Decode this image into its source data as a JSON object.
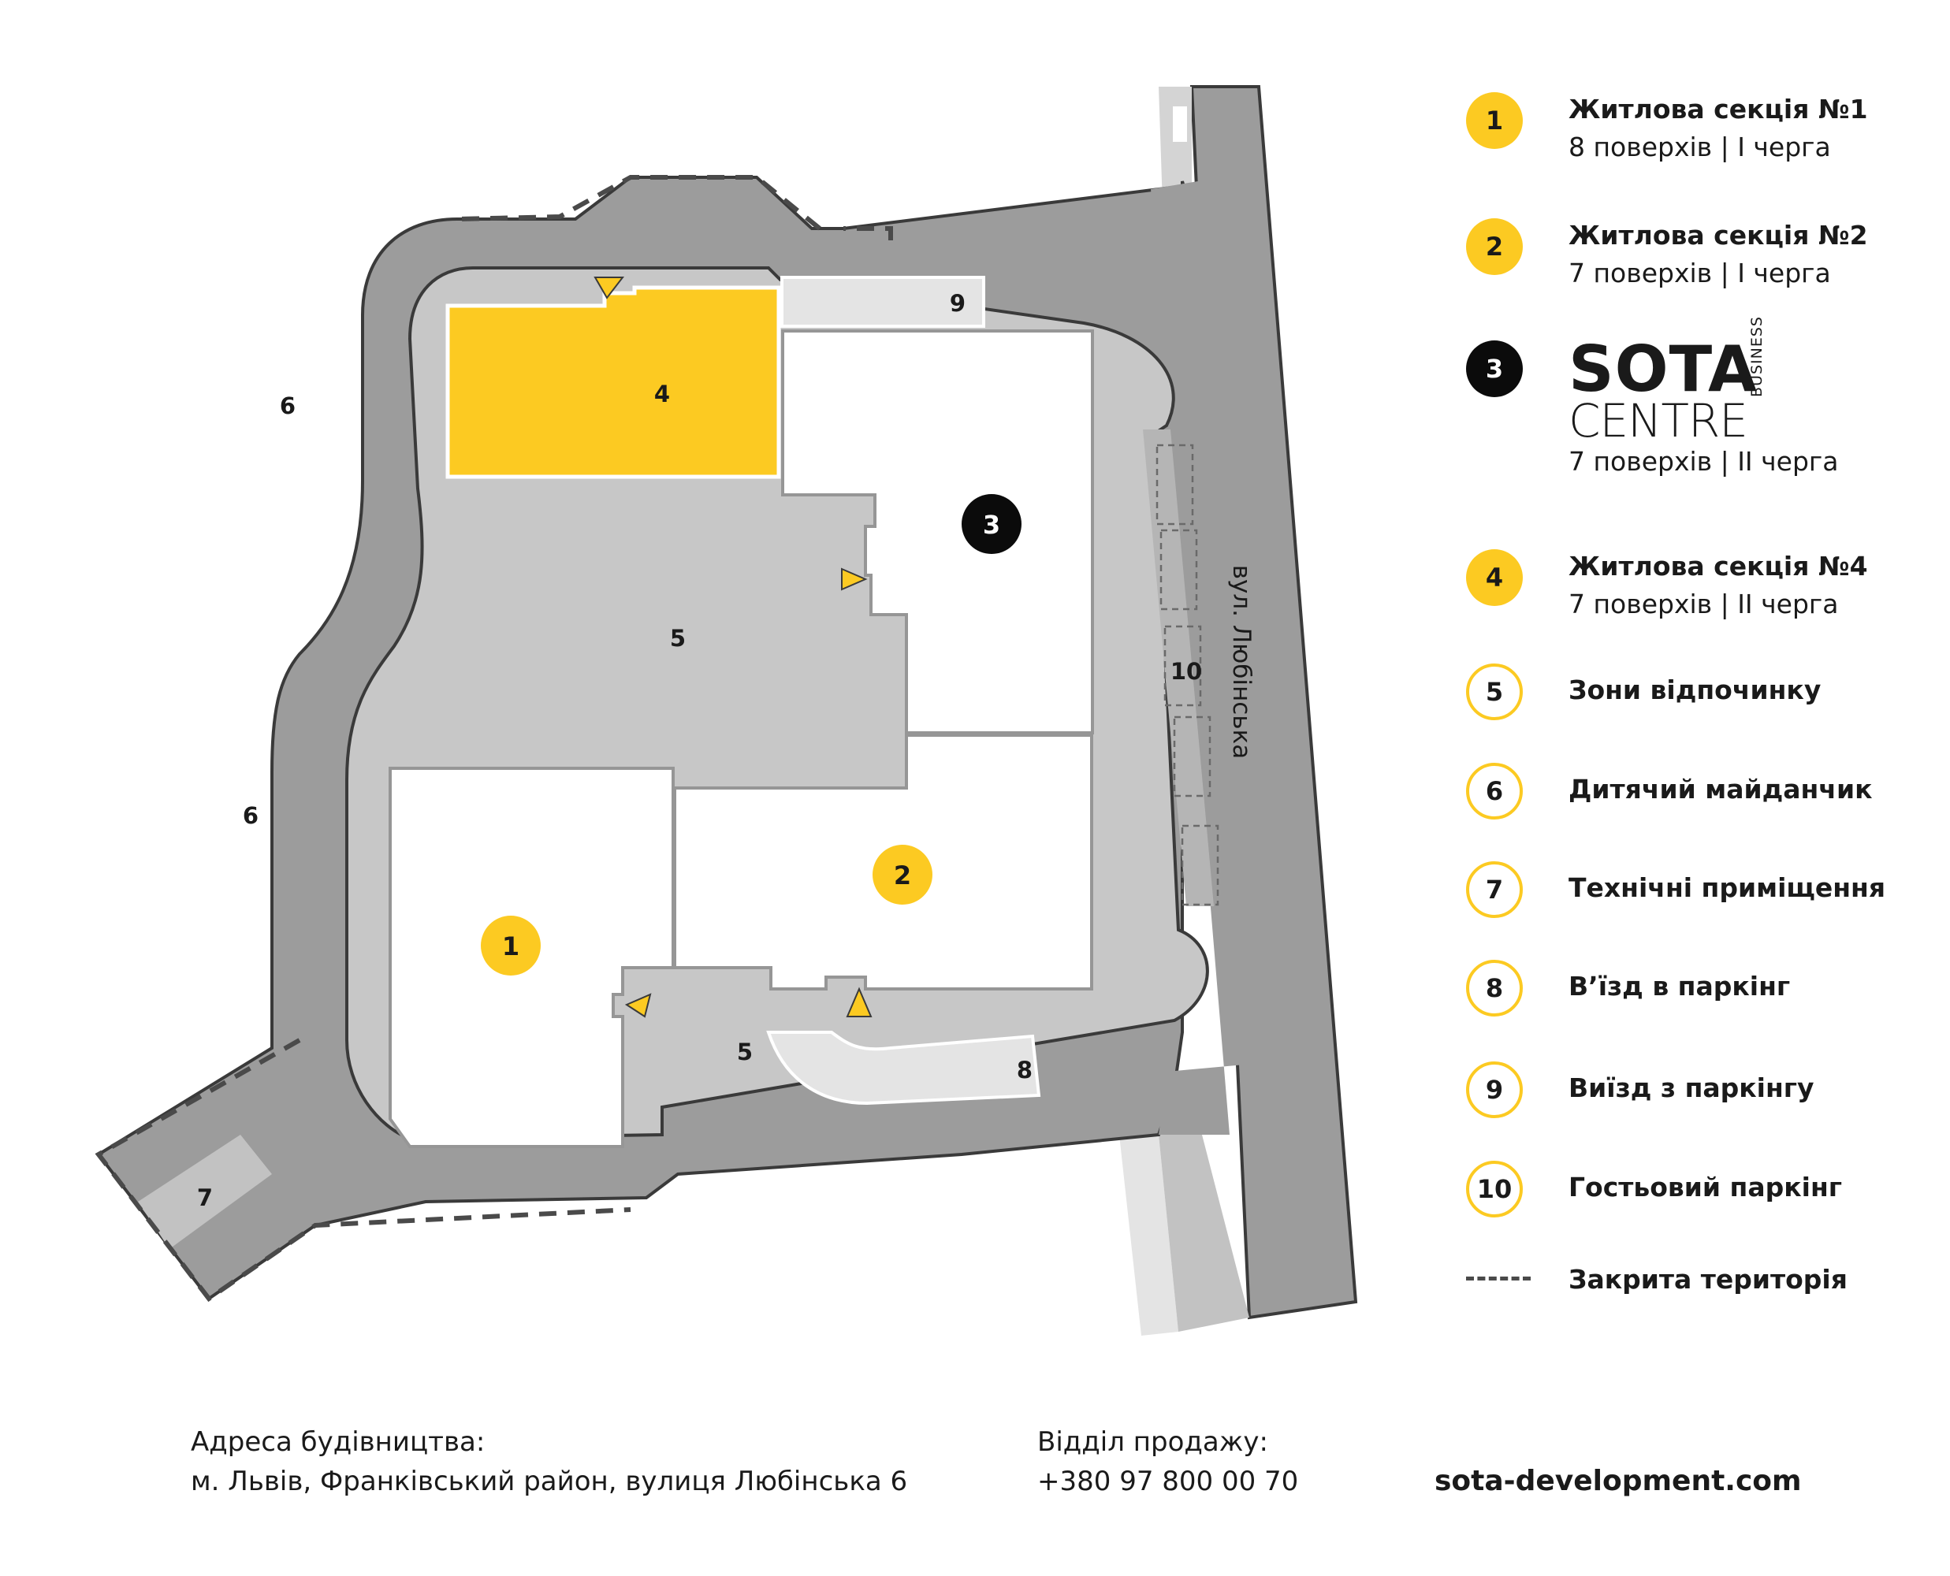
{
  "map": {
    "street_label": "вул. Любінська",
    "area_labels": [
      {
        "id": "area-4",
        "text": "4"
      },
      {
        "id": "area-9",
        "text": "9"
      },
      {
        "id": "area-5-north",
        "text": "5"
      },
      {
        "id": "area-5-south",
        "text": "5"
      },
      {
        "id": "area-6-upper",
        "text": "6"
      },
      {
        "id": "area-6-lower",
        "text": "6"
      },
      {
        "id": "area-7",
        "text": "7"
      },
      {
        "id": "area-8",
        "text": "8"
      },
      {
        "id": "area-10",
        "text": "10"
      }
    ],
    "building_markers": [
      {
        "id": "building-1",
        "text": "1",
        "style": "yellow"
      },
      {
        "id": "building-2",
        "text": "2",
        "style": "yellow"
      },
      {
        "id": "building-3",
        "text": "3",
        "style": "black"
      }
    ],
    "colors": {
      "road": "#9c9c9c",
      "courtyard": "#c7c7c7",
      "building": "#ffffff",
      "highlight": "#fcca22",
      "parking_ramp": "#e4e4e4",
      "dashed_boundary": "#4a4a4a"
    }
  },
  "legend": {
    "items": [
      {
        "number": "1",
        "badge": "filled",
        "title": "Житлова секція №1",
        "subtitle": "8 поверхів  |  І черга"
      },
      {
        "number": "2",
        "badge": "filled",
        "title": "Житлова секція №2",
        "subtitle": "7 поверхів  |  І черга"
      },
      {
        "number": "3",
        "badge": "dark",
        "logo": {
          "line1": "SOTA",
          "line2": "CENTRE",
          "vertical": "BUSINESS"
        },
        "subtitle": "7 поверхів  |  ІІ черга"
      },
      {
        "number": "4",
        "badge": "filled",
        "title": "Житлова секція №4",
        "subtitle": "7 поверхів  |  ІІ черга"
      },
      {
        "number": "5",
        "badge": "outline",
        "title": "Зони відпочинку"
      },
      {
        "number": "6",
        "badge": "outline",
        "title": "Дитячий майданчик"
      },
      {
        "number": "7",
        "badge": "outline",
        "title": "Технічні приміщення"
      },
      {
        "number": "8",
        "badge": "outline",
        "title": "В’їзд в паркінг"
      },
      {
        "number": "9",
        "badge": "outline",
        "title": "Виїзд з паркінгу"
      },
      {
        "number": "10",
        "badge": "outline",
        "title": "Гостьовий паркінг"
      }
    ],
    "closed_area": {
      "title": "Закрита територія",
      "icon": "dashed-line"
    }
  },
  "footer": {
    "address_label": "Адреса будівництва:",
    "address": "м. Львів, Франківський район, вулиця Любінська 6",
    "sales_label": "Відділ продажу:",
    "phone": "+380 97 800 00 70",
    "website": "sota-development.com"
  }
}
